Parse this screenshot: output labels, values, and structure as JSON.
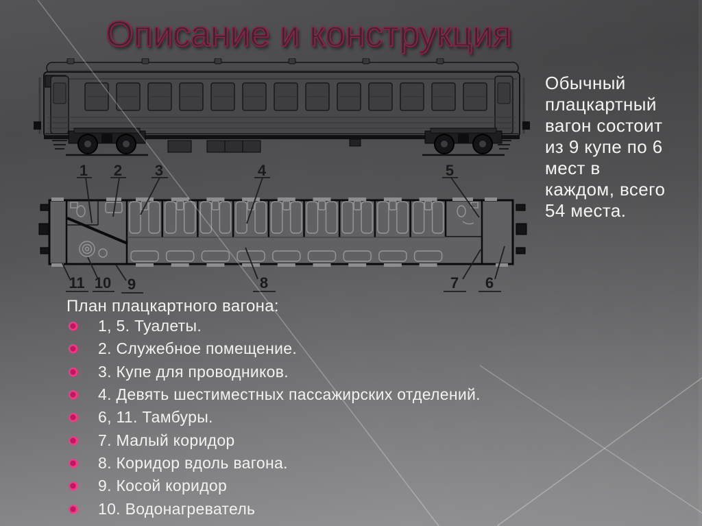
{
  "slide": {
    "title": "Описание и конструкция",
    "description_lines": [
      "Обычный",
      "плацкартный",
      "вагон состоит",
      "из 9 купе по 6",
      "мест в",
      "каждом, всего",
      "54 места."
    ],
    "plan_heading": "План плацкартного вагона:",
    "legend": [
      "1, 5. Туалеты.",
      "2. Служебное помещение.",
      "3. Купе для проводников.",
      "4. Девять шестиместных пассажирских отделений.",
      "6, 11. Тамбуры.",
      "7. Малый коридор",
      "8. Коридор вдоль вагона.",
      "9. Косой коридор",
      "10. Водонагреватель"
    ],
    "diagram": {
      "top_labels": [
        "1",
        "2",
        "3",
        "4",
        "5"
      ],
      "bottom_labels": [
        "11",
        "10",
        "9",
        "8",
        "7",
        "6"
      ]
    },
    "colors": {
      "title": "#85294b",
      "bullet": "#ee2f7e",
      "body_text": "#f2f2f0",
      "background_top": "#4b4b4d",
      "background_bottom": "#949496"
    }
  }
}
